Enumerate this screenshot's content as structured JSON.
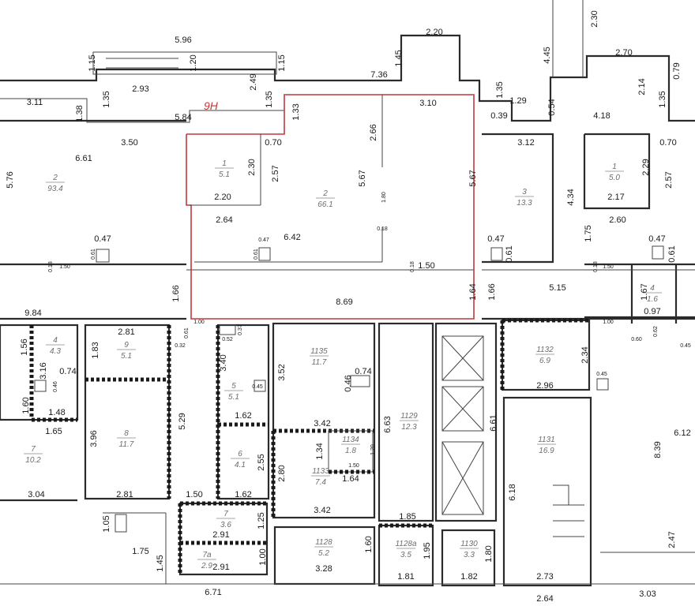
{
  "unit_label": "9H",
  "colors": {
    "highlight": "#c0393b",
    "wall": "#2b2b2b",
    "room_text": "#6e6e6e"
  },
  "rooms": [
    {
      "id": "r2l",
      "num": "2",
      "area": "93.4"
    },
    {
      "id": "r1a",
      "num": "1",
      "area": "5.1"
    },
    {
      "id": "r2a",
      "num": "2",
      "area": "66.1"
    },
    {
      "id": "r3",
      "num": "3",
      "area": "13.3"
    },
    {
      "id": "r1b",
      "num": "1",
      "area": "5.0"
    },
    {
      "id": "r4",
      "num": "4",
      "area": "4.3"
    },
    {
      "id": "r9",
      "num": "9",
      "area": "5.1"
    },
    {
      "id": "r5",
      "num": "5",
      "area": "5.1"
    },
    {
      "id": "r1135",
      "num": "1135",
      "area": "11.7"
    },
    {
      "id": "r1132",
      "num": "1132",
      "area": "6.9"
    },
    {
      "id": "r7l",
      "num": "7",
      "area": "10.2"
    },
    {
      "id": "r8",
      "num": "8",
      "area": "11.7"
    },
    {
      "id": "r6",
      "num": "6",
      "area": "4.1"
    },
    {
      "id": "r1129",
      "num": "1129",
      "area": "12.3"
    },
    {
      "id": "r1134",
      "num": "1134",
      "area": "1.8"
    },
    {
      "id": "r1133",
      "num": "1133",
      "area": "7.4"
    },
    {
      "id": "r1131",
      "num": "1131",
      "area": "16.9"
    },
    {
      "id": "r7b",
      "num": "7",
      "area": "3.6"
    },
    {
      "id": "r7a",
      "num": "7a",
      "area": "2.9"
    },
    {
      "id": "r1128",
      "num": "1128",
      "area": "5.2"
    },
    {
      "id": "r1128a",
      "num": "1128a",
      "area": "3.5"
    },
    {
      "id": "r1130",
      "num": "1130",
      "area": "3.3"
    },
    {
      "id": "r4r",
      "num": "4",
      "area": "1.6"
    }
  ],
  "dimensions": {
    "d596": "5.96",
    "d115a": "1.15",
    "d120": "1.20",
    "d115b": "1.15",
    "d293": "2.93",
    "d249": "2.49",
    "d220t": "2.20",
    "d145": "1.45",
    "d736": "7.36",
    "d445": "4.45",
    "d230": "2.30",
    "d270": "2.70",
    "d079": "0.79",
    "d311": "3.11",
    "d138": "1.38",
    "d135a": "1.35",
    "d584": "5.84",
    "d135b": "1.35",
    "d133": "1.33",
    "d310": "3.10",
    "d135c": "1.35",
    "d129": "1.29",
    "d054": "0.54",
    "d214": "2.14",
    "d135d": "1.35",
    "d039": "0.39",
    "d418": "4.18",
    "d350": "3.50",
    "d070a": "0.70",
    "d266": "2.66",
    "d312": "3.12",
    "d070b": "0.70",
    "d661": "6.61",
    "d576": "5.76",
    "d230b": "2.30",
    "d257a": "2.57",
    "d567a": "5.67",
    "d567b": "5.67",
    "d229": "2.29",
    "d257b": "2.57",
    "d180": "1.80",
    "d434": "4.34",
    "d220": "2.20",
    "d217": "2.17",
    "d264": "2.64",
    "d260": "2.60",
    "d018a": "0.18",
    "d642": "6.42",
    "d175": "1.75",
    "d047a": "0.47",
    "d047b": "0.47",
    "d047c": "0.47",
    "d047d": "0.47",
    "d061a": "0.61",
    "d061b": "0.61",
    "d061c": "0.61",
    "d061d": "0.61",
    "d018b": "0.18",
    "d150a": "1.50",
    "d018c": "0.18",
    "d150b": "1.50",
    "d018d": "0.18",
    "d150c": "1.50",
    "d166a": "1.66",
    "d869": "8.69",
    "d164": "1.64",
    "d166b": "1.66",
    "d515": "5.15",
    "d167": "1.67",
    "d097": "0.97",
    "d984": "9.84",
    "d100": "1.00",
    "d100r": "1.00",
    "d060": "0.60",
    "d062": "0.62",
    "d045a": "0.45",
    "d156": "1.56",
    "d281a": "2.81",
    "d061e": "0.61",
    "d032": "0.32",
    "d052": "0.52",
    "d037": "0.37",
    "d183": "1.83",
    "d316": "3.16",
    "d074a": "0.74",
    "d340": "3.40",
    "d352": "3.52",
    "d074b": "0.74",
    "d234": "2.34",
    "d045b": "0.45",
    "d046a": "0.46",
    "d045c": "0.45",
    "d160": "1.60",
    "d046b": "0.46",
    "d148": "1.48",
    "d165": "1.65",
    "d162a": "1.62",
    "d663": "6.63",
    "d296": "2.96",
    "d529": "5.29",
    "d342a": "3.42",
    "d661b": "6.61",
    "d612": "6.12",
    "d396": "3.96",
    "d134": "1.34",
    "d120b": "1.20",
    "d839": "8.39",
    "d255": "2.55",
    "d280": "2.80",
    "d150d": "1.50",
    "d164b": "1.64",
    "d618": "6.18",
    "d304": "3.04",
    "d281b": "2.81",
    "d150e": "1.50",
    "d162b": "1.62",
    "d342b": "3.42",
    "d185": "1.85",
    "d105": "1.05",
    "d125": "1.25",
    "d291a": "2.91",
    "d247": "2.47",
    "d175b": "1.75",
    "d160b": "1.60",
    "d195": "1.95",
    "d180b": "1.80",
    "d145b": "1.45",
    "d100b": "1.00",
    "d291b": "2.91",
    "d328": "3.28",
    "d181": "1.81",
    "d182": "1.82",
    "d273": "2.73",
    "d303": "3.03",
    "d671": "6.71",
    "d264b": "2.64"
  }
}
